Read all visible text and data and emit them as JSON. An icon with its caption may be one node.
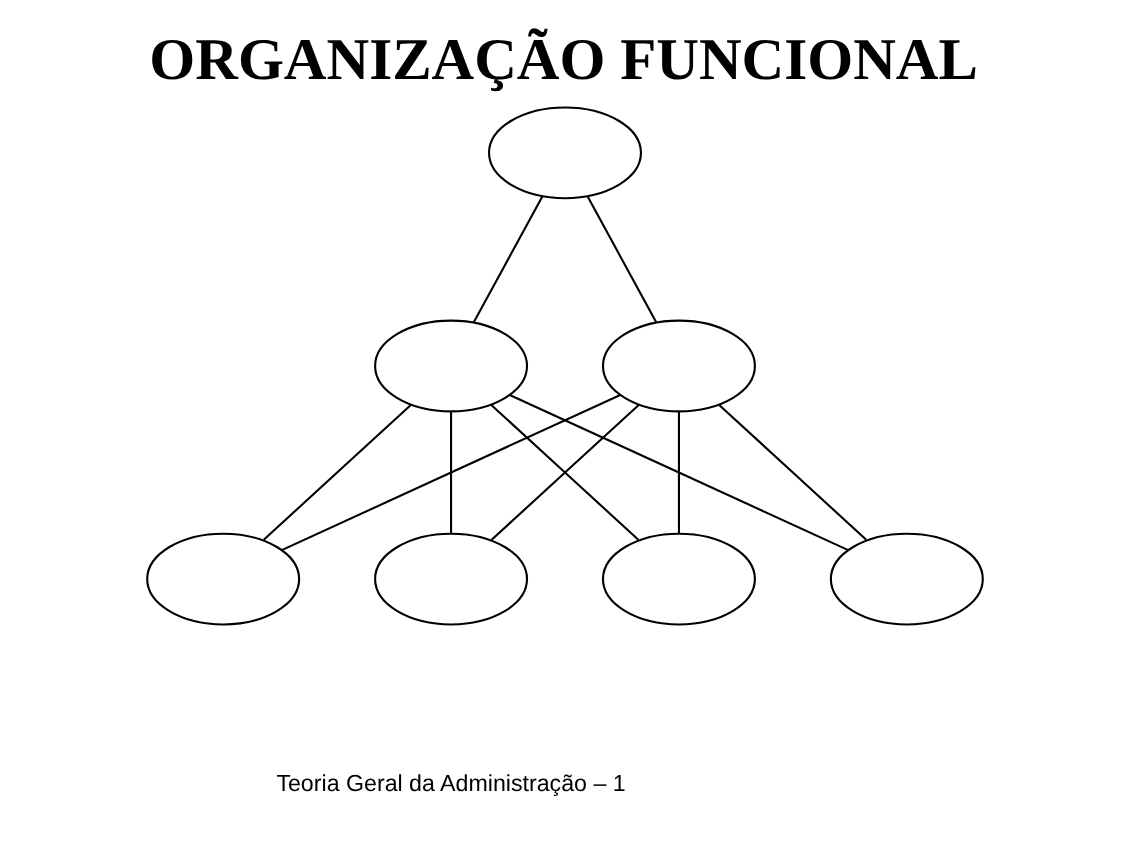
{
  "diagram": {
    "title": "ORGANIZAÇÃO FUNCIONAL",
    "caption": "Teoria Geral da Administração – 1",
    "nodes": [
      {
        "text": [],
        "shape": "ellipse"
      },
      {
        "text": [],
        "shape": "ellipse"
      },
      {
        "text": [],
        "shape": "ellipse"
      },
      {
        "text": [],
        "shape": "ellipse"
      },
      {
        "text": [],
        "shape": "ellipse"
      },
      {
        "text": [],
        "shape": "ellipse"
      },
      {
        "text": [],
        "shape": "ellipse"
      }
    ],
    "edges": [
      {
        "from": 0,
        "to": 1,
        "arrow": "none"
      },
      {
        "from": 0,
        "to": 2,
        "arrow": "none"
      },
      {
        "from": 1,
        "to": 3,
        "arrow": "none"
      },
      {
        "from": 1,
        "to": 4,
        "arrow": "none"
      },
      {
        "from": 1,
        "to": 5,
        "arrow": "none"
      },
      {
        "from": 1,
        "to": 6,
        "arrow": "none"
      },
      {
        "from": 2,
        "to": 3,
        "arrow": "none"
      },
      {
        "from": 2,
        "to": 4,
        "arrow": "none"
      },
      {
        "from": 2,
        "to": 5,
        "arrow": "none"
      },
      {
        "from": 2,
        "to": 6,
        "arrow": "none"
      }
    ]
  }
}
